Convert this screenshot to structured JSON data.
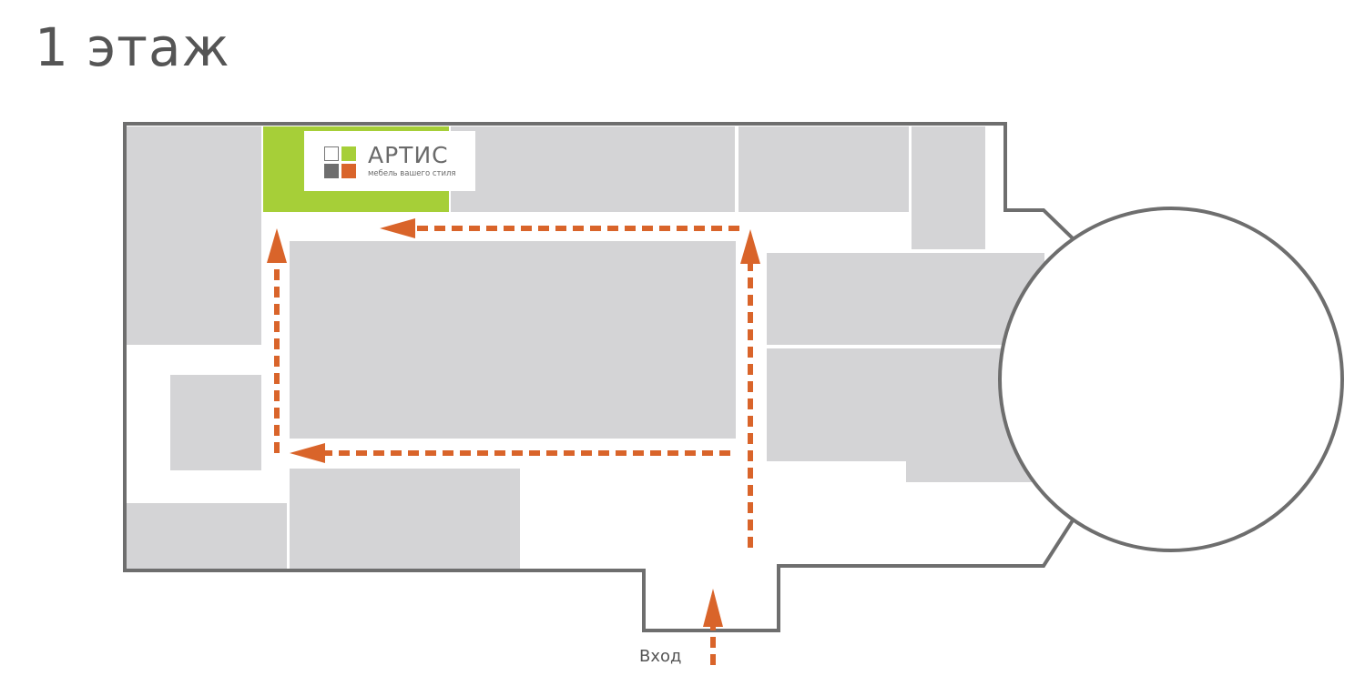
{
  "floor": {
    "title": "1 этаж"
  },
  "store": {
    "name": "АРТИС",
    "tagline": "мебель вашего стиля",
    "highlight_color": "#a6cf38",
    "logo_colors": [
      "#ffffff",
      "#a6cf38",
      "#6e6e6e",
      "#d9642a"
    ]
  },
  "entrance": {
    "label": "Вход"
  },
  "route": {
    "color": "#d9642a",
    "style": "dashed",
    "arrow-icon": "arrow-head"
  },
  "plan": {
    "wall_color": "#6e6e6e",
    "unit_color": "#d4d4d6",
    "atrium": "round-atrium"
  }
}
